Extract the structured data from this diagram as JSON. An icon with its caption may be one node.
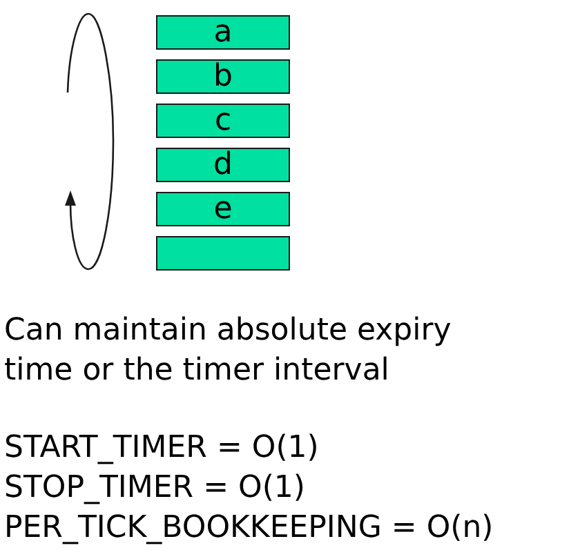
{
  "diagram": {
    "nodes": [
      {
        "text": [
          "a"
        ]
      },
      {
        "text": [
          "b"
        ]
      },
      {
        "text": [
          "c"
        ]
      },
      {
        "text": [
          "d"
        ]
      },
      {
        "text": [
          "e"
        ]
      },
      {
        "text": [],
        "shape": "box"
      }
    ],
    "labels": [
      "Can maintain absolute expiry time or the timer interval",
      "START_TIMER = O(1)",
      "STOP_TIMER = O(1)",
      "PER_TICK_BOOKKEEPING = O(n)"
    ]
  }
}
